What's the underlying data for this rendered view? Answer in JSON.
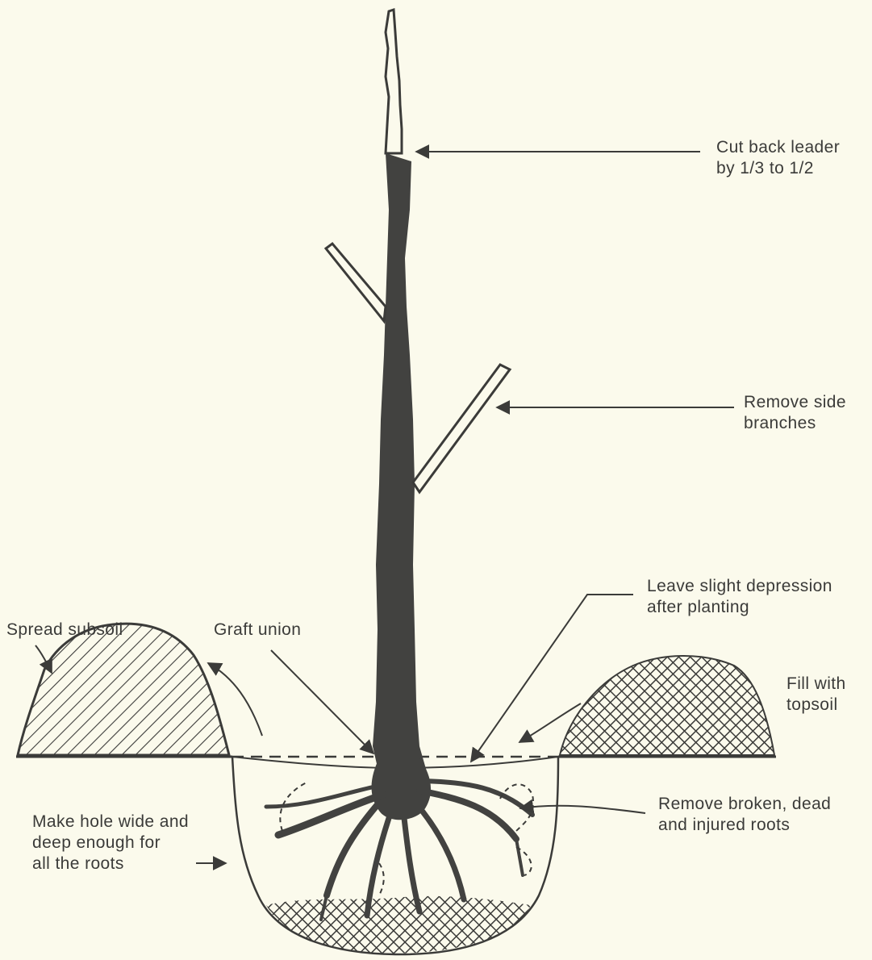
{
  "diagram": {
    "colors": {
      "background": "#fbfaec",
      "ink": "#3b3b39",
      "tree": "#424240"
    },
    "labels": {
      "leader": [
        "Cut back leader",
        "by 1/3 to 1/2"
      ],
      "side_branches": [
        "Remove side",
        "branches"
      ],
      "depression": [
        "Leave slight depression",
        "after planting"
      ],
      "subsoil": [
        "Spread subsoil"
      ],
      "graft": [
        "Graft union"
      ],
      "topsoil": [
        "Fill with",
        "topsoil"
      ],
      "roots": [
        "Remove broken, dead",
        "and injured roots"
      ],
      "hole": [
        "Make hole wide and",
        "deep enough for",
        "all the roots"
      ]
    }
  }
}
